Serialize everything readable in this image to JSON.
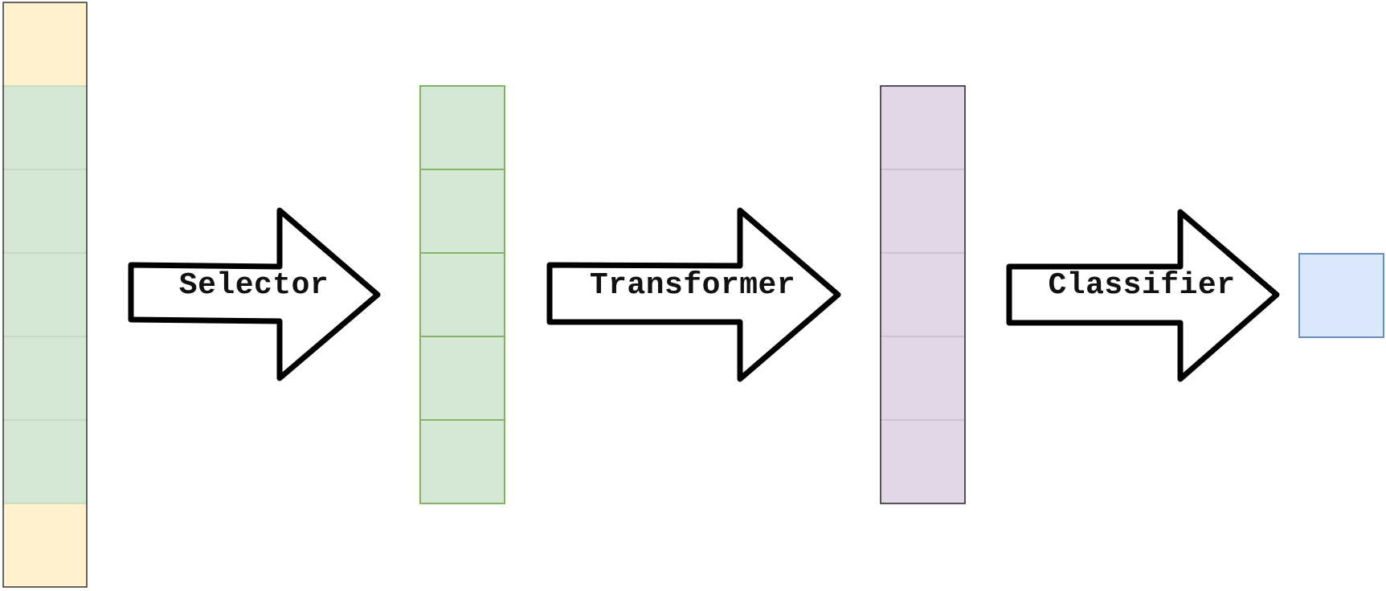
{
  "colors": {
    "input_pad_fill": "#fff2cc",
    "input_token_fill": "#d5e8d4",
    "input_border": "#333333",
    "input_divider": "#b8c9b4",
    "selected_fill": "#d5e8d4",
    "selected_border": "#82b366",
    "embedding_fill": "#e1d5e7",
    "embedding_border": "#222222",
    "embedding_divider": "#b9adc0",
    "output_fill": "#dae8fc",
    "output_border": "#6c8ebf",
    "arrow_stroke": "#000000",
    "arrow_fill": "#ffffff"
  },
  "arrows": [
    {
      "label": "Selector"
    },
    {
      "label": "Transformer"
    },
    {
      "label": "Classifier"
    }
  ],
  "stacks": {
    "input_sequence": {
      "cells": [
        "pad",
        "token",
        "token",
        "token",
        "token",
        "token",
        "pad"
      ]
    },
    "selected_tokens": {
      "cells": 5
    },
    "embeddings": {
      "cells": 5
    },
    "class_output": {
      "cells": 1
    }
  }
}
